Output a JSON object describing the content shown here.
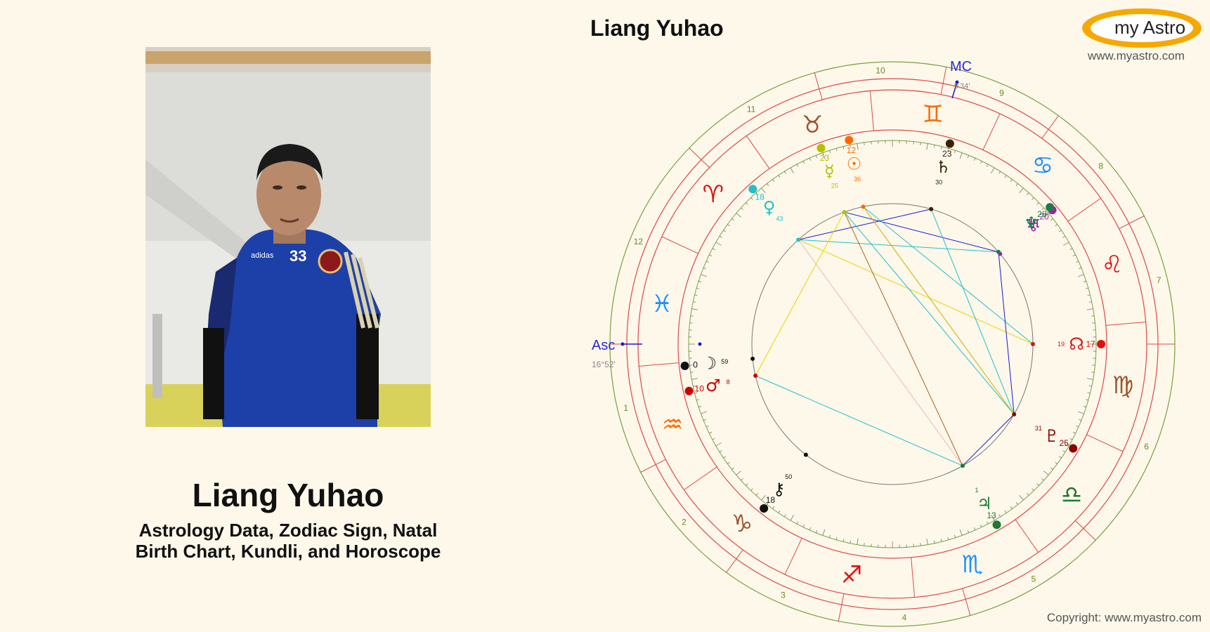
{
  "person": {
    "name": "Liang Yuhao",
    "subtitle_line1": "Astrology Data, Zodiac Sign, Natal",
    "subtitle_line2": "Birth Chart, Kundli, and Horoscope",
    "jersey_number": "33"
  },
  "chart_title": "Liang Yuhao",
  "brand": {
    "logo_text": "my Astro",
    "url": "www.myastro.com",
    "copyright": "Copyright: www.myastro.com",
    "logo_color": "#f7a800"
  },
  "chart": {
    "angles": {
      "asc_label": "Asc",
      "asc_degree": "16°52'",
      "mc_label": "MC",
      "mc_degree": "34'",
      "mc_small": "9"
    },
    "houses": [
      "1",
      "2",
      "3",
      "4",
      "5",
      "6",
      "7",
      "8",
      "9",
      "10",
      "11",
      "12"
    ],
    "signs": [
      {
        "name": "Aries",
        "glyph": "♈",
        "color": "#dd1111"
      },
      {
        "name": "Taurus",
        "glyph": "♉",
        "color": "#a0522d"
      },
      {
        "name": "Gemini",
        "glyph": "♊",
        "color": "#ff6a00"
      },
      {
        "name": "Cancer",
        "glyph": "♋",
        "color": "#1e90ff"
      },
      {
        "name": "Leo",
        "glyph": "♌",
        "color": "#dd1111"
      },
      {
        "name": "Virgo",
        "glyph": "♍",
        "color": "#a0522d"
      },
      {
        "name": "Libra",
        "glyph": "♎",
        "color": "#1e7a30"
      },
      {
        "name": "Scorpio",
        "glyph": "♏",
        "color": "#1e90ff"
      },
      {
        "name": "Sagittarius",
        "glyph": "♐",
        "color": "#dd1111"
      },
      {
        "name": "Capricorn",
        "glyph": "♑",
        "color": "#a0522d"
      },
      {
        "name": "Aquarius",
        "glyph": "♒",
        "color": "#ff6a00"
      },
      {
        "name": "Pisces",
        "glyph": "♓",
        "color": "#1e90ff"
      }
    ],
    "planets": [
      {
        "name": "Sun",
        "glyph": "☉",
        "deg": "12",
        "min": "36",
        "color": "#ff6a00"
      },
      {
        "name": "Mercury",
        "glyph": "☿",
        "deg": "23",
        "min": "25",
        "color": "#b5c000"
      },
      {
        "name": "Venus",
        "glyph": "♀",
        "deg": "18",
        "min": "43",
        "color": "#22c0c8"
      },
      {
        "name": "Saturn",
        "glyph": "♄",
        "deg": "23",
        "min": "30",
        "color": "#3a2200"
      },
      {
        "name": "Uranus",
        "glyph": "♅",
        "deg": "20",
        "min": "",
        "color": "#a020a0"
      },
      {
        "name": "Neptune",
        "glyph": "♆",
        "deg": "28",
        "min": "",
        "color": "#1e7a50"
      },
      {
        "name": "North Node",
        "glyph": "☊",
        "deg": "17",
        "min": "19",
        "color": "#dd1111"
      },
      {
        "name": "Pluto",
        "glyph": "♇",
        "deg": "25",
        "min": "31",
        "color": "#8b0000"
      },
      {
        "name": "Jupiter",
        "glyph": "♃",
        "deg": "13",
        "min": "1",
        "color": "#1e7a30"
      },
      {
        "name": "Chiron",
        "glyph": "⚷",
        "deg": "18",
        "min": "50",
        "color": "#111111"
      },
      {
        "name": "Mars",
        "glyph": "♂",
        "deg": "10",
        "min": "8",
        "color": "#cc0000"
      },
      {
        "name": "Moon",
        "glyph": "☽",
        "deg": "0",
        "min": "59",
        "color": "#111111"
      }
    ]
  }
}
